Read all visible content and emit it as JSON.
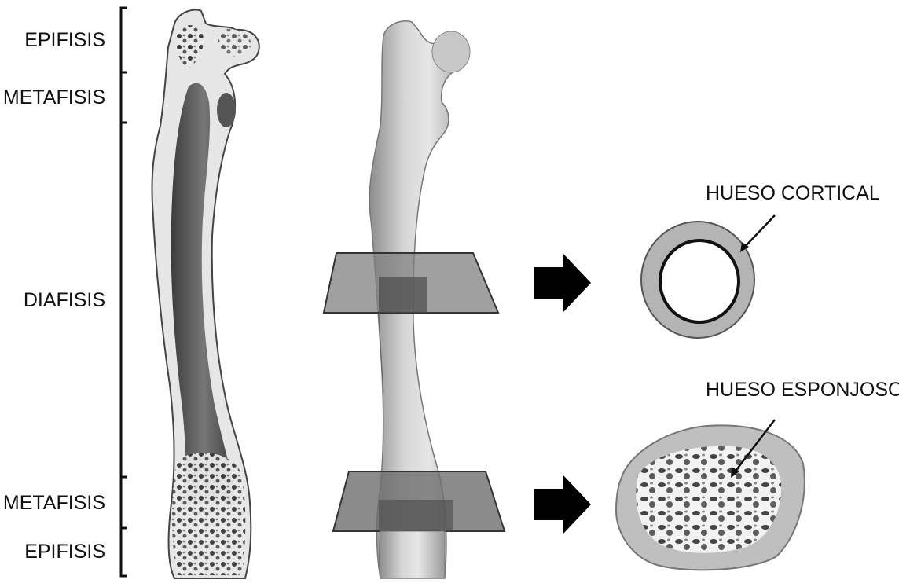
{
  "zones": {
    "epifisis_top": "EPIFISIS",
    "metafisis_top": "METAFISIS",
    "diafisis": "DIAFISIS",
    "metafisis_bottom": "METAFISIS",
    "epifisis_bottom": "EPIFISIS"
  },
  "sections": {
    "cortical": "HUESO CORTICAL",
    "esponjoso": "HUESO ESPONJOSO"
  },
  "colors": {
    "bone_light": "#dcdcdc",
    "bone_mid": "#b8b8b8",
    "bone_dark": "#5a5a5a",
    "plane": "#6e6e6e",
    "plane_band": "#4a4a4a",
    "arrow": "#000000"
  }
}
